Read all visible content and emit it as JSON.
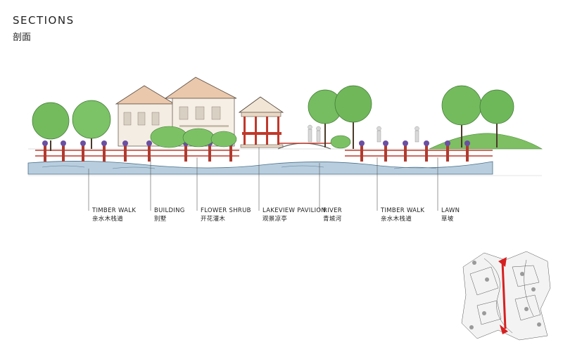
{
  "header": {
    "title_en": "SECTIONS",
    "title_cn": "剖面"
  },
  "labels": [
    {
      "en": "TIMBER WALK",
      "cn": "亲水木栈道"
    },
    {
      "en": "BUILDING",
      "cn": "别墅"
    },
    {
      "en": "FLOWER SHRUB",
      "cn": "开花灌木"
    },
    {
      "en": "LAKEVIEW PAVILION",
      "cn": "观景凉亭"
    },
    {
      "en": "RIVER",
      "cn": "青城河"
    },
    {
      "en": "TIMBER WALK",
      "cn": "亲水木栈道"
    },
    {
      "en": "LAWN",
      "cn": "草坡"
    }
  ],
  "colors": {
    "tree_green": "#6fb85a",
    "water_blue": "#9fb8cc",
    "roof": "#e8c4a8",
    "railing_red": "#c0392b",
    "keymap_arrow": "#d62020"
  },
  "icons": {
    "keymap": "site-key-plan",
    "arrow": "section-line-arrow"
  }
}
